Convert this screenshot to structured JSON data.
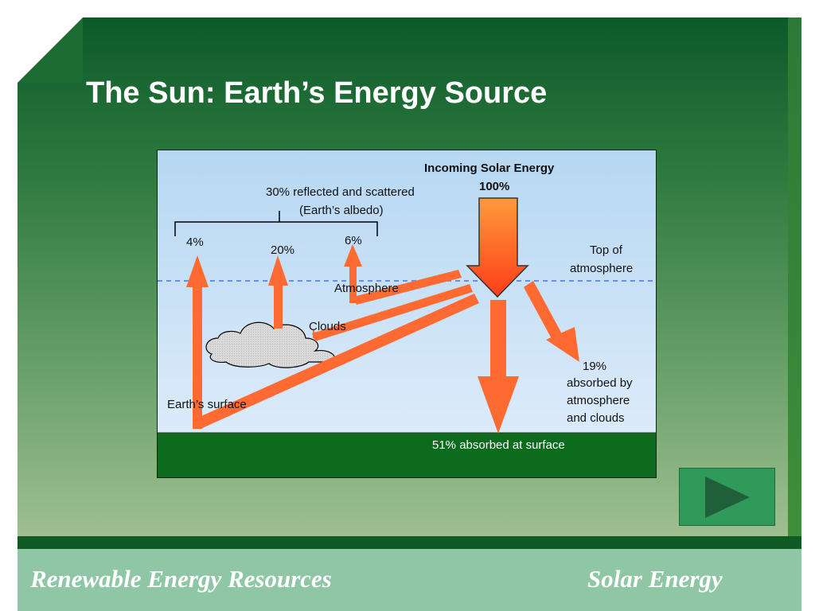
{
  "slide": {
    "title": "The Sun: Earth’s Energy Source",
    "footer_left": "Renewable Energy Resources",
    "footer_right": "Solar Energy"
  },
  "diagram": {
    "incoming_title": "Incoming Solar Energy",
    "incoming_pct": "100%",
    "reflected_line1": "30% reflected and scattered",
    "reflected_line2": "(Earth’s albedo)",
    "surface_reflect_pct": "4%",
    "cloud_reflect_pct": "20%",
    "atmosphere_reflect_pct": "6%",
    "toa_line1": "Top of",
    "toa_line2": "atmosphere",
    "atmosphere_label": "Atmosphere",
    "clouds_label": "Clouds",
    "surface_label": "Earth’s surface",
    "absorbed_atm_pct": "19%",
    "absorbed_atm_line1": "absorbed by",
    "absorbed_atm_line2": "atmosphere",
    "absorbed_atm_line3": "and clouds",
    "absorbed_surface": "51% absorbed at surface"
  },
  "colors": {
    "arrow": "#ff6a33",
    "sky_top": "#b6d7f2",
    "sky_bottom": "#dcebfa",
    "ground": "#0d6b1e",
    "next_icon": "#1f5f3a"
  },
  "icons": {
    "next": "play-triangle-icon"
  }
}
